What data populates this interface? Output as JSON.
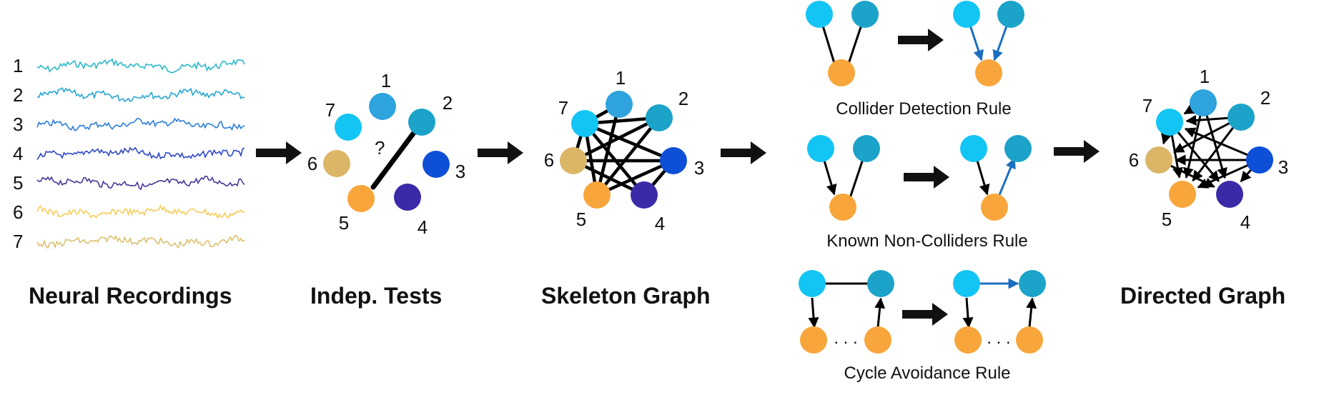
{
  "colors": {
    "n1": "#2ea3dd",
    "n2": "#1ba3c9",
    "n3": "#0e4fd8",
    "n4": "#3b2aa8",
    "n5": "#f8a63b",
    "n6": "#dcb667",
    "n7": "#12c5f4",
    "edge": "#000000",
    "oriented": "#1c6fc0"
  },
  "recordings": {
    "channels": [
      {
        "label": "1",
        "color": "#2bb9c9"
      },
      {
        "label": "2",
        "color": "#26a6d2"
      },
      {
        "label": "3",
        "color": "#2a7ddb"
      },
      {
        "label": "4",
        "color": "#2f47c8"
      },
      {
        "label": "5",
        "color": "#4b3496"
      },
      {
        "label": "6",
        "color": "#f5cd5a"
      },
      {
        "label": "7",
        "color": "#dcc070"
      }
    ],
    "title": "Neural Recordings"
  },
  "indep": {
    "title": "Indep. Tests",
    "question": "?",
    "labels": {
      "n1": "1",
      "n2": "2",
      "n3": "3",
      "n4": "4",
      "n5": "5",
      "n6": "6",
      "n7": "7"
    }
  },
  "skeleton": {
    "title": "Skeleton Graph",
    "labels": {
      "n1": "1",
      "n2": "2",
      "n3": "3",
      "n4": "4",
      "n5": "5",
      "n6": "6",
      "n7": "7"
    }
  },
  "rules": {
    "collider": "Collider Detection Rule",
    "noncollider": "Known Non-Colliders Rule",
    "cycle": "Cycle Avoidance Rule",
    "dots": ". . ."
  },
  "directed": {
    "title": "Directed Graph",
    "labels": {
      "n1": "1",
      "n2": "2",
      "n3": "3",
      "n4": "4",
      "n5": "5",
      "n6": "6",
      "n7": "7"
    }
  }
}
